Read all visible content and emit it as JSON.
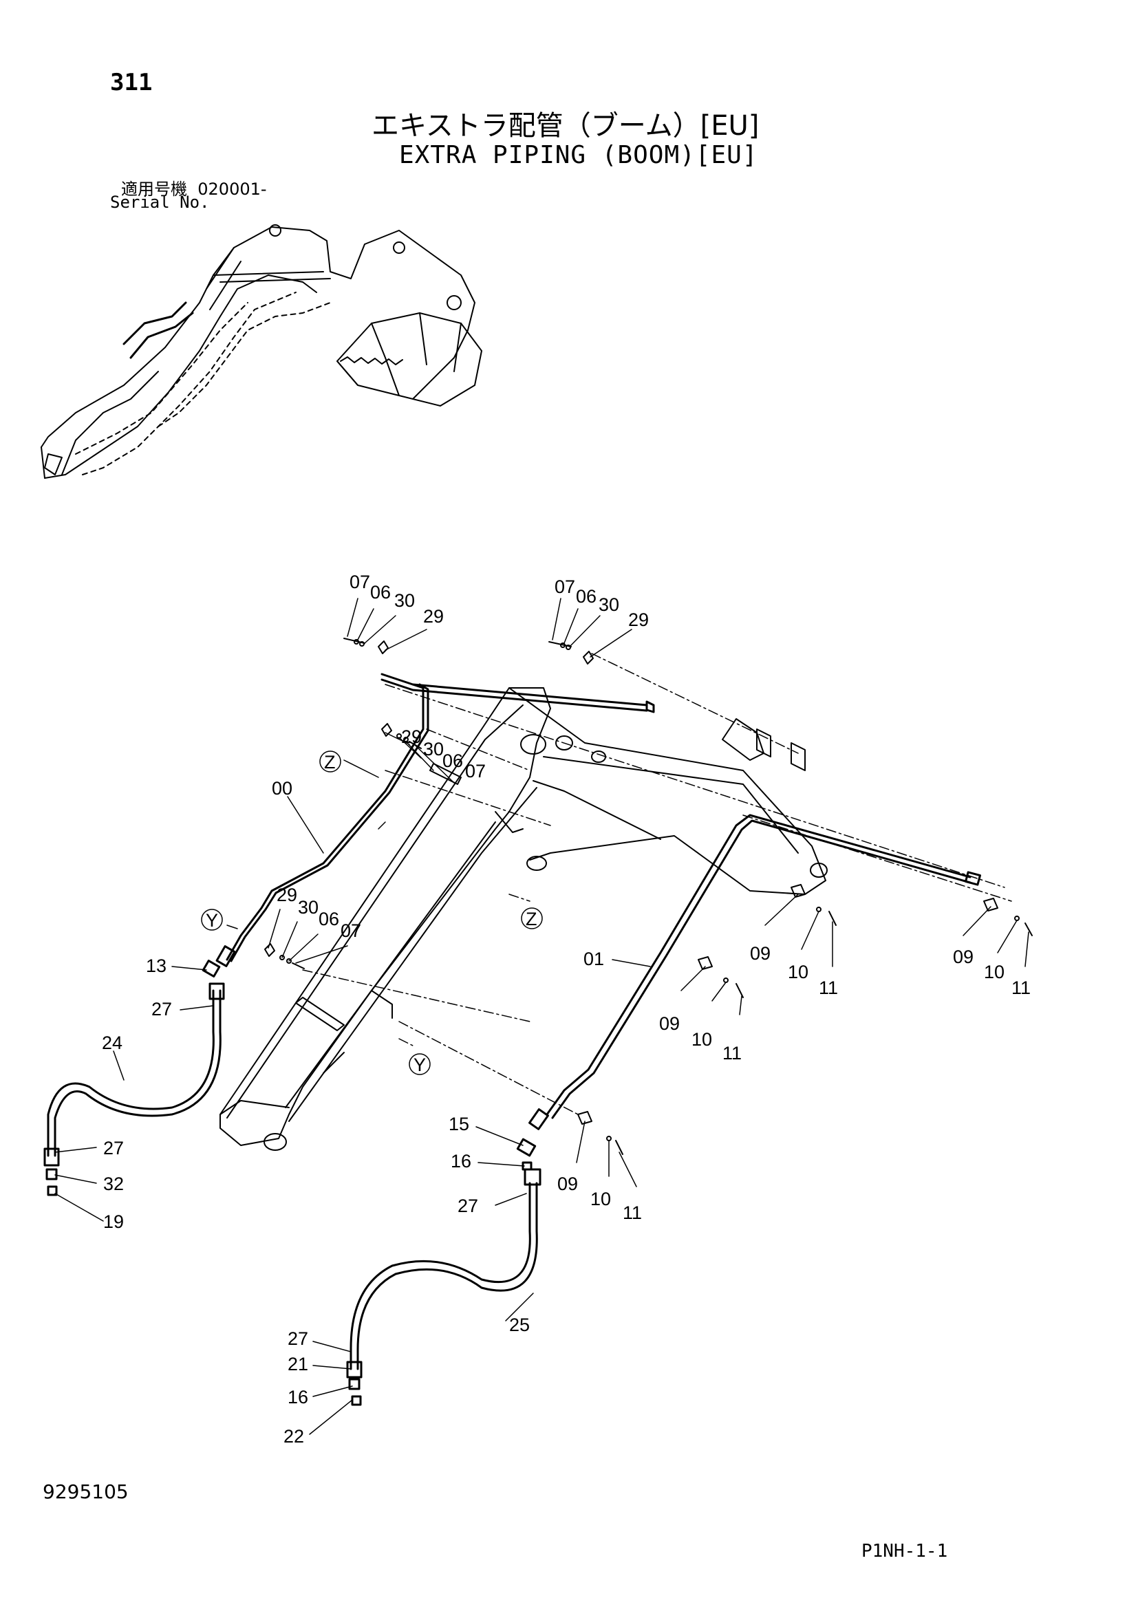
{
  "header": {
    "page_number": "311",
    "title_ja": "エキストラ配管（ブーム）[EU]",
    "title_en": "EXTRA PIPING (BOOM)[EU]",
    "serial_label_ja": "適用号機",
    "serial_value": "020001-",
    "serial_label_en": "Serial No."
  },
  "footer": {
    "document_number": "9295105",
    "page_code": "P1NH-1-1"
  },
  "view_markers": [
    "Z",
    "Y",
    "Z",
    "Y"
  ],
  "part_labels": {
    "top_left_clamp": [
      "07",
      "06",
      "30",
      "29"
    ],
    "top_right_clamp": [
      "07",
      "06",
      "30",
      "29"
    ],
    "z_clamp": [
      "29",
      "30",
      "06",
      "07"
    ],
    "y_clamp": [
      "29",
      "30",
      "06",
      "07"
    ],
    "pipe_left": "00",
    "pipe_right": "01",
    "clamp_a": [
      "09",
      "10",
      "11"
    ],
    "clamp_b": [
      "09",
      "10",
      "11"
    ],
    "clamp_c": [
      "09",
      "10",
      "11"
    ],
    "clamp_d": [
      "09",
      "10",
      "11"
    ],
    "left_hose": [
      "13",
      "27",
      "24",
      "27",
      "32",
      "19"
    ],
    "right_hose": [
      "15",
      "16",
      "27",
      "25",
      "27",
      "21",
      "16",
      "22"
    ]
  }
}
